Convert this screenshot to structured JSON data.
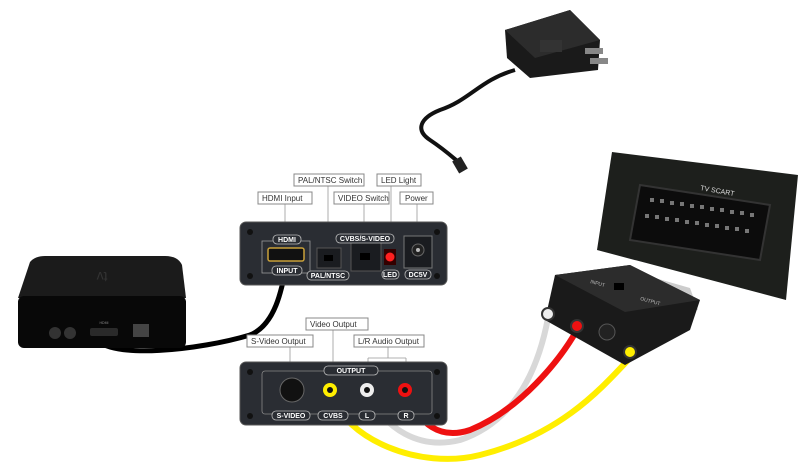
{
  "diagram": {
    "callouts": {
      "hdmi_input": "HDMI Input",
      "pal_ntsc_switch": "PAL/NTSC Switch",
      "video_switch": "VIDEO Switch",
      "led_light": "LED Light",
      "power": "Power",
      "video_output": "Video Output",
      "svideo_output": "S-Video Output",
      "lr_audio_output": "L/R Audio Output"
    },
    "input_panel": {
      "hdmi": "HDMI",
      "input": "INPUT",
      "pal_ntsc": "PAL/NTSC",
      "cvbs_svideo": "CVBS/S-VIDEO",
      "led": "LED",
      "dc5v": "DC5V"
    },
    "output_panel": {
      "output": "OUTPUT",
      "svideo": "S-VIDEO",
      "cvbs": "CVBS",
      "l": "L",
      "r": "R"
    },
    "apple_tv": {
      "logo": "tv",
      "port_hdmi": "HDMI"
    },
    "scart_panel": {
      "label": "TV SCART"
    },
    "scart_adapter": {
      "input": "INPUT",
      "output": "OUTPUT"
    },
    "colors": {
      "yellow": "#ffee00",
      "white": "#d8d8d8",
      "red": "#ee1111",
      "black": "#000000"
    }
  }
}
